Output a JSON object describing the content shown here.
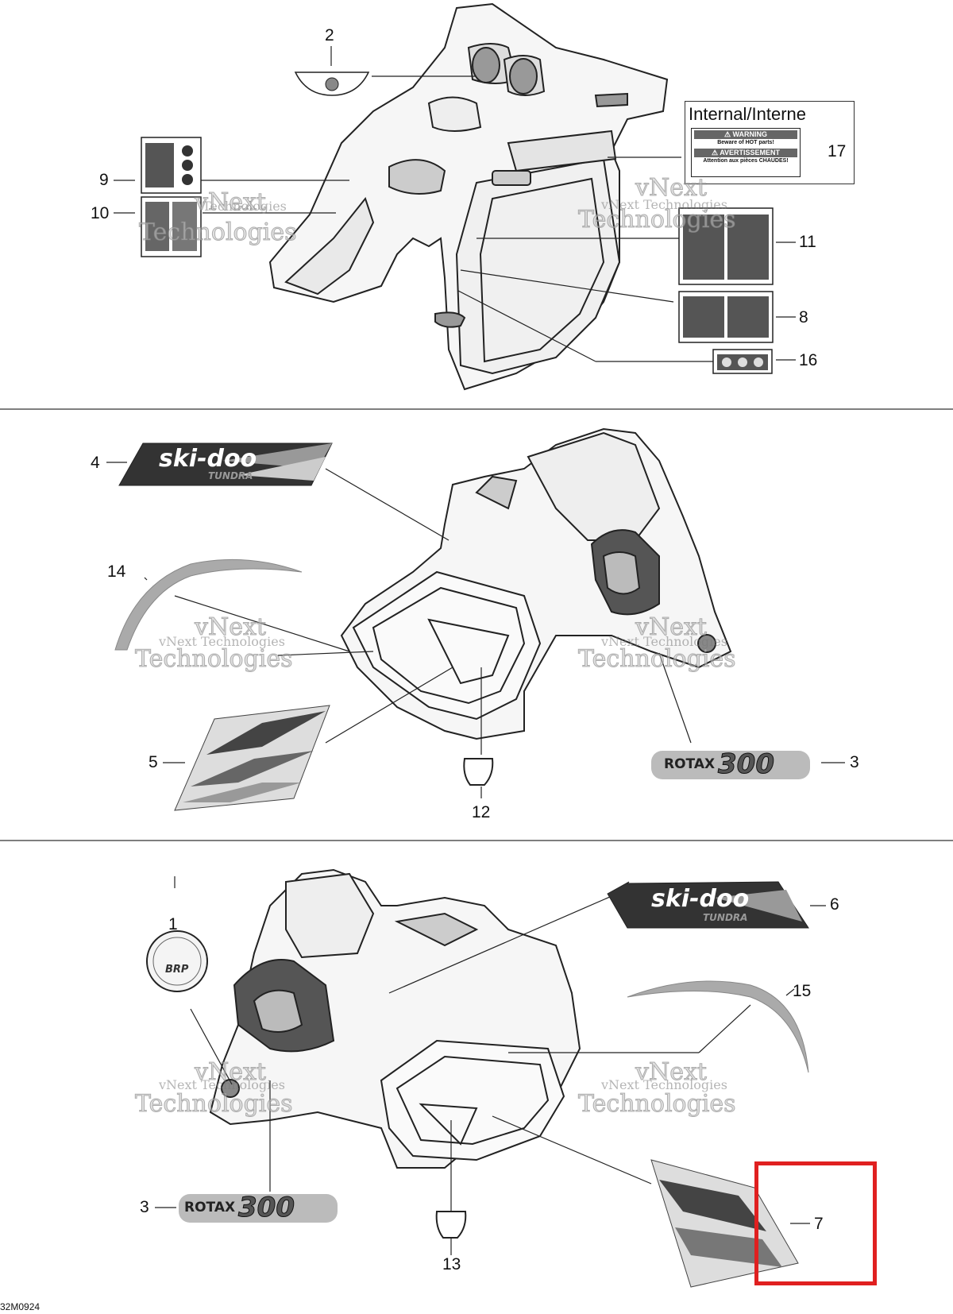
{
  "callouts": {
    "c1": "1",
    "c2": "2",
    "c3a": "3",
    "c3b": "3",
    "c4": "4",
    "c5": "5",
    "c6": "6",
    "c7": "7",
    "c8": "8",
    "c9": "9",
    "c10": "10",
    "c11": "11",
    "c12": "12",
    "c13": "13",
    "c14": "14",
    "c15": "15",
    "c16": "16",
    "c17": "17"
  },
  "internal_box": {
    "title": "Internal/Interne",
    "warning": "⚠ WARNING",
    "warning_sub": "Beware of HOT parts!",
    "avert": "⚠ AVERTISSEMENT",
    "avert_sub": "Attention aux pièces CHAUDES!"
  },
  "decals": {
    "skidoo": "ski-doo",
    "tundra": "TUNDRA",
    "rotax_word": "ROTAX",
    "rotax_num": "300",
    "brp": "BRP"
  },
  "watermark": {
    "line1": "vNext Technologies",
    "line2a": "vNext",
    "line2b": "Technologies"
  },
  "drawing_code": "32M0924",
  "colors": {
    "highlight": "#e02020",
    "line": "#222222",
    "stripe_grey": "#aaaaaa"
  }
}
